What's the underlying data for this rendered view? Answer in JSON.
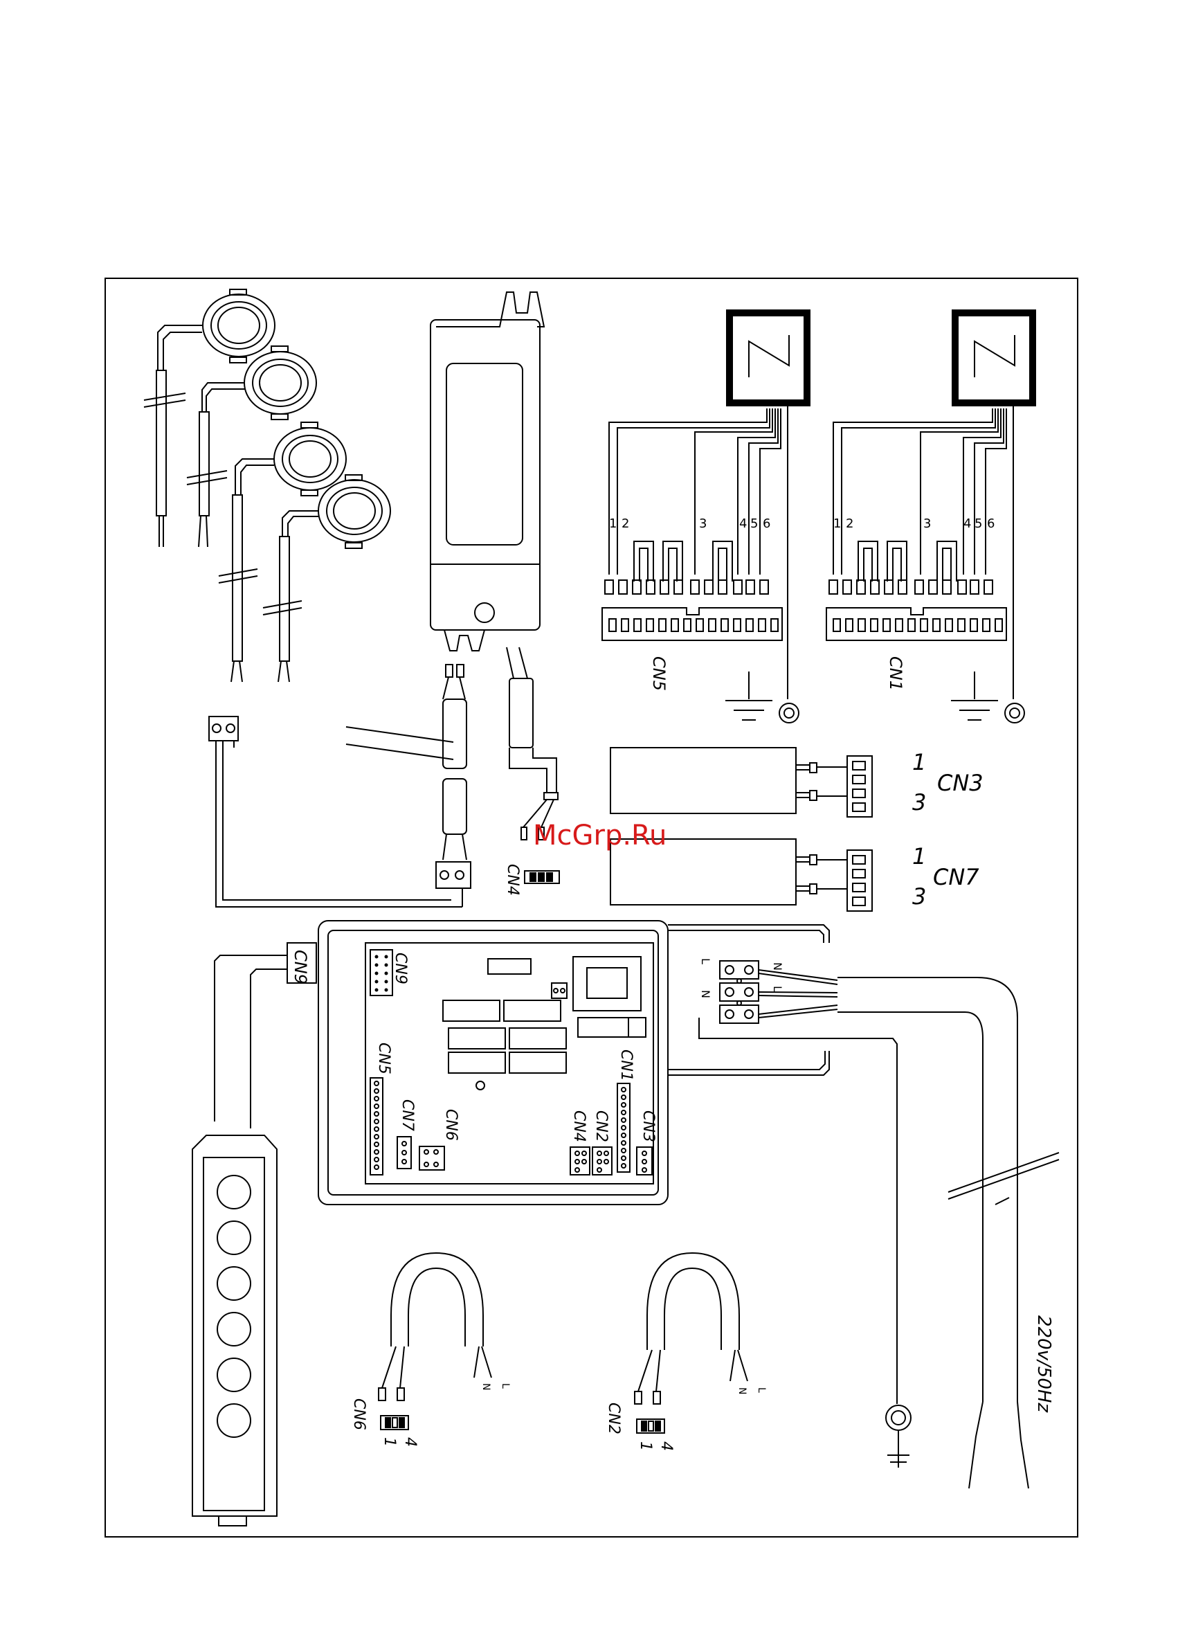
{
  "watermark": "McGrp.Ru",
  "labels": {
    "cn5_top": "CN5",
    "cn1_top": "CN1",
    "cn3": "CN3",
    "cn7": "CN7",
    "cn4_conn": "CN4",
    "cn9_conn": "CN9",
    "cn6_conn": "CN6",
    "cn2_conn": "CN2",
    "pin_1": "1",
    "pin_3": "3",
    "pin_4": "4",
    "power": "220v/50Hz",
    "L": "L",
    "N": "N"
  },
  "board_labels": {
    "cn9": "CN9",
    "cn5": "CN5",
    "cn7": "CN7",
    "cn6": "CN6",
    "cn1": "CN1",
    "cn4": "CN4",
    "cn2": "CN2",
    "cn3": "CN3"
  },
  "motor_wire_numbers": [
    "1",
    "2",
    "3",
    "4",
    "5",
    "6"
  ],
  "motor_symbol": "M",
  "colors": {
    "line": "#000000",
    "watermark": "#d71a1a"
  }
}
